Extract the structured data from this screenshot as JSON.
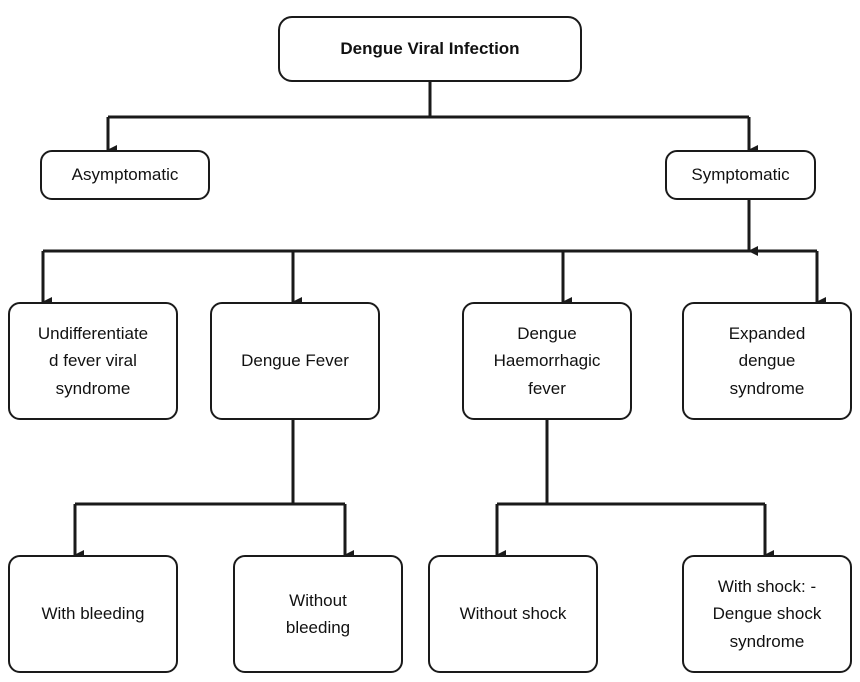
{
  "diagram": {
    "root": {
      "label": "Dengue Viral Infection"
    },
    "level1": {
      "asymptomatic": {
        "label": "Asymptomatic"
      },
      "symptomatic": {
        "label": "Symptomatic"
      }
    },
    "level2": {
      "undifferentiated": {
        "label": "Undifferentiate\nd fever viral\nsyndrome"
      },
      "dengue_fever": {
        "label": "Dengue Fever"
      },
      "dhf": {
        "label": "Dengue\nHaemorrhagic\nfever"
      },
      "expanded": {
        "label": "Expanded\ndengue\nsyndrome"
      }
    },
    "level3": {
      "with_bleeding": {
        "label": "With bleeding"
      },
      "without_bleeding": {
        "label": "Without\nbleeding"
      },
      "without_shock": {
        "label": "Without shock"
      },
      "with_shock": {
        "label": "With shock: -\nDengue shock\nsyndrome"
      }
    },
    "colors": {
      "stroke": "#1a1a1a",
      "fill": "#ffffff",
      "text": "#111111"
    }
  }
}
